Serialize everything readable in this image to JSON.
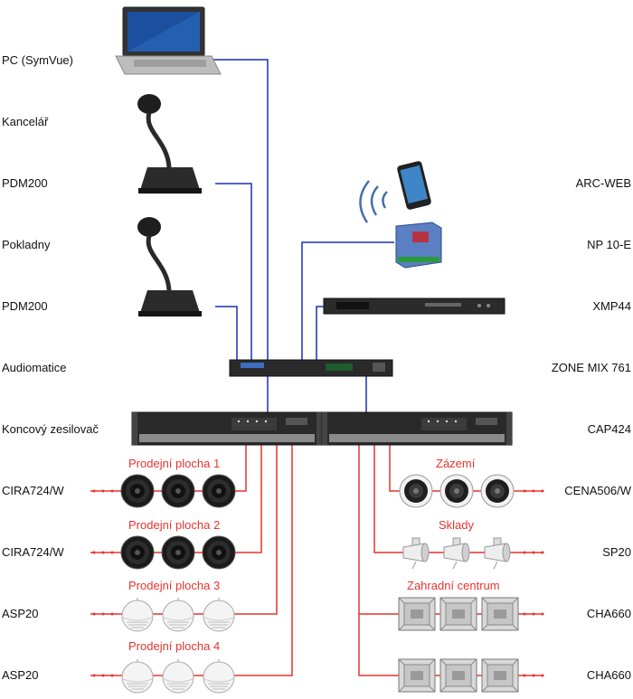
{
  "left_labels": [
    "PC (SymVue)",
    "Kancelář",
    "PDM200",
    "Pokladny",
    "PDM200",
    "Audiomatice",
    "Koncový zesilovač",
    "CIRA724/W",
    "CIRA724/W",
    "ASP20",
    "ASP20"
  ],
  "right_labels": [
    "ARC-WEB",
    "NP 10-E",
    "XMP44",
    "ZONE MIX 761",
    "CAP424",
    "CENA506/W",
    "SP20",
    "CHA660",
    "CHA660"
  ],
  "zones": [
    "Prodejní plocha 1",
    "Prodejní plocha 2",
    "Prodejní plocha 3",
    "Prodejní plocha 4",
    "Zázemí",
    "Sklady",
    "Zahradní centrum"
  ],
  "colors": {
    "control_line": "#1a2fb8",
    "speaker_line": "#e8332e",
    "zone_text": "#e8332e",
    "label_text": "#111111"
  },
  "icons": {
    "pc": "laptop-icon",
    "mic": "paging-microphone-icon",
    "phone": "smartphone-icon",
    "wifi": "wireless-signal-icon",
    "network_player": "network-player-icon",
    "rack": "rack-unit-icon",
    "amplifier": "power-amplifier-icon",
    "ceiling_speaker_black": "ceiling-speaker-black-icon",
    "ceiling_speaker_white": "ceiling-speaker-white-icon",
    "pendant_speaker": "pendant-speaker-icon",
    "projector_speaker": "projector-speaker-icon",
    "horn_speaker": "horn-speaker-icon"
  }
}
